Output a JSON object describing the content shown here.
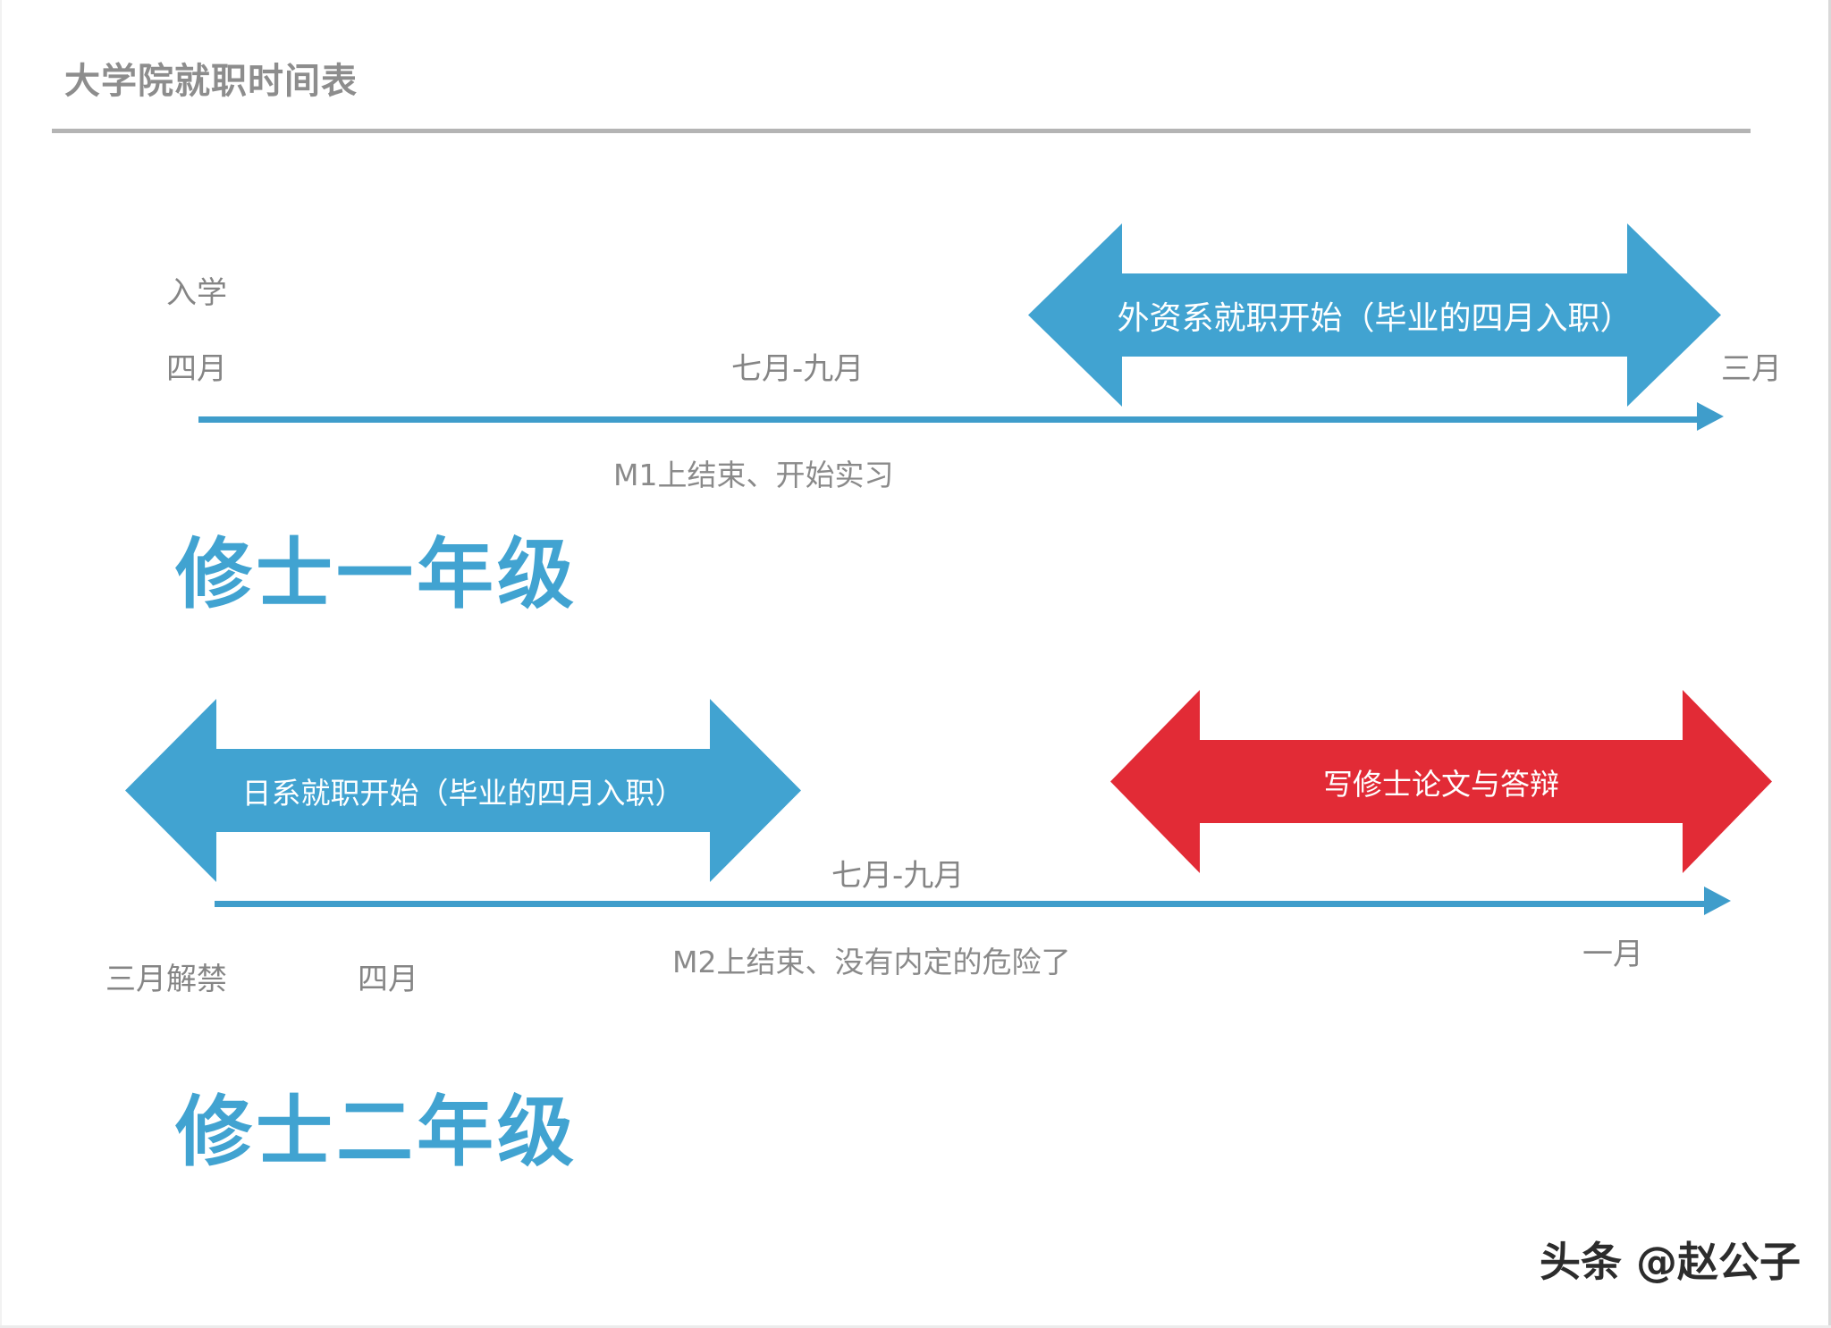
{
  "title": "大学院就职时间表",
  "colors": {
    "blue": "#41a3d1",
    "red": "#e22b36",
    "gray_text": "#858585",
    "title_gray": "#8d8d8d"
  },
  "year1": {
    "heading": "修士一年级",
    "enroll_label": "入学",
    "start_month": "四月",
    "mid_month": "七月-九月",
    "end_month": "三月",
    "axis_note": "M1上结束、开始实习",
    "arrow": {
      "label": "外资系就职开始（毕业的四月入职）",
      "direction": "both",
      "color": "#41a3d1"
    }
  },
  "year2": {
    "heading": "修士二年级",
    "start_month": "三月解禁",
    "second_month": "四月",
    "mid_month": "七月-九月",
    "end_month": "一月",
    "axis_note": "M2上结束、没有内定的危险了",
    "arrow_blue": {
      "label": "日系就职开始（毕业的四月入职）",
      "direction": "both",
      "color": "#41a3d1"
    },
    "arrow_red": {
      "label": "写修士论文与答辩",
      "direction": "both",
      "color": "#e22b36"
    }
  },
  "watermark": {
    "source": "头条",
    "handle": "@赵公子"
  }
}
